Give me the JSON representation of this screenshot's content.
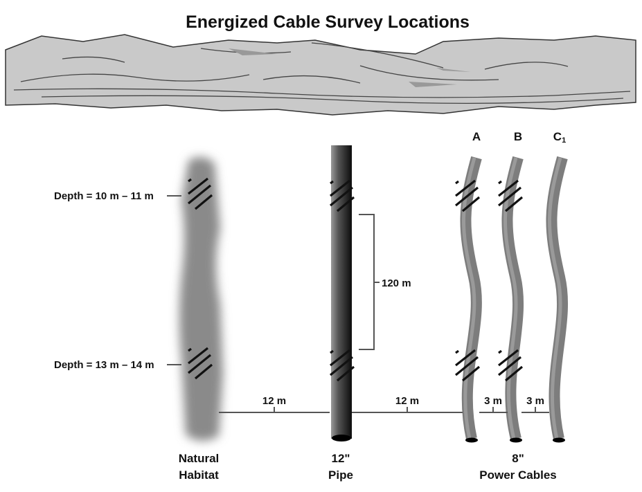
{
  "title": "Energized Cable Survey Locations",
  "depth_labels": [
    "Depth = 10 m – 11 m",
    "Depth = 13 m – 14 m"
  ],
  "span_label": "120 m",
  "cable_labels": [
    "A",
    "B",
    "C",
    "1"
  ],
  "distances": [
    "12 m",
    "12 m",
    "3 m",
    "3 m"
  ],
  "bottom_labels": {
    "habitat": [
      "Natural",
      "Habitat"
    ],
    "pipe": [
      "12\"",
      "Pipe"
    ],
    "cables": [
      "8\"",
      "Power Cables"
    ]
  },
  "colors": {
    "landscape": "#c9c9c9",
    "habitat": "#8a8a8a",
    "cable": "#7d7d7d",
    "pipe": "#1a1a1a"
  }
}
